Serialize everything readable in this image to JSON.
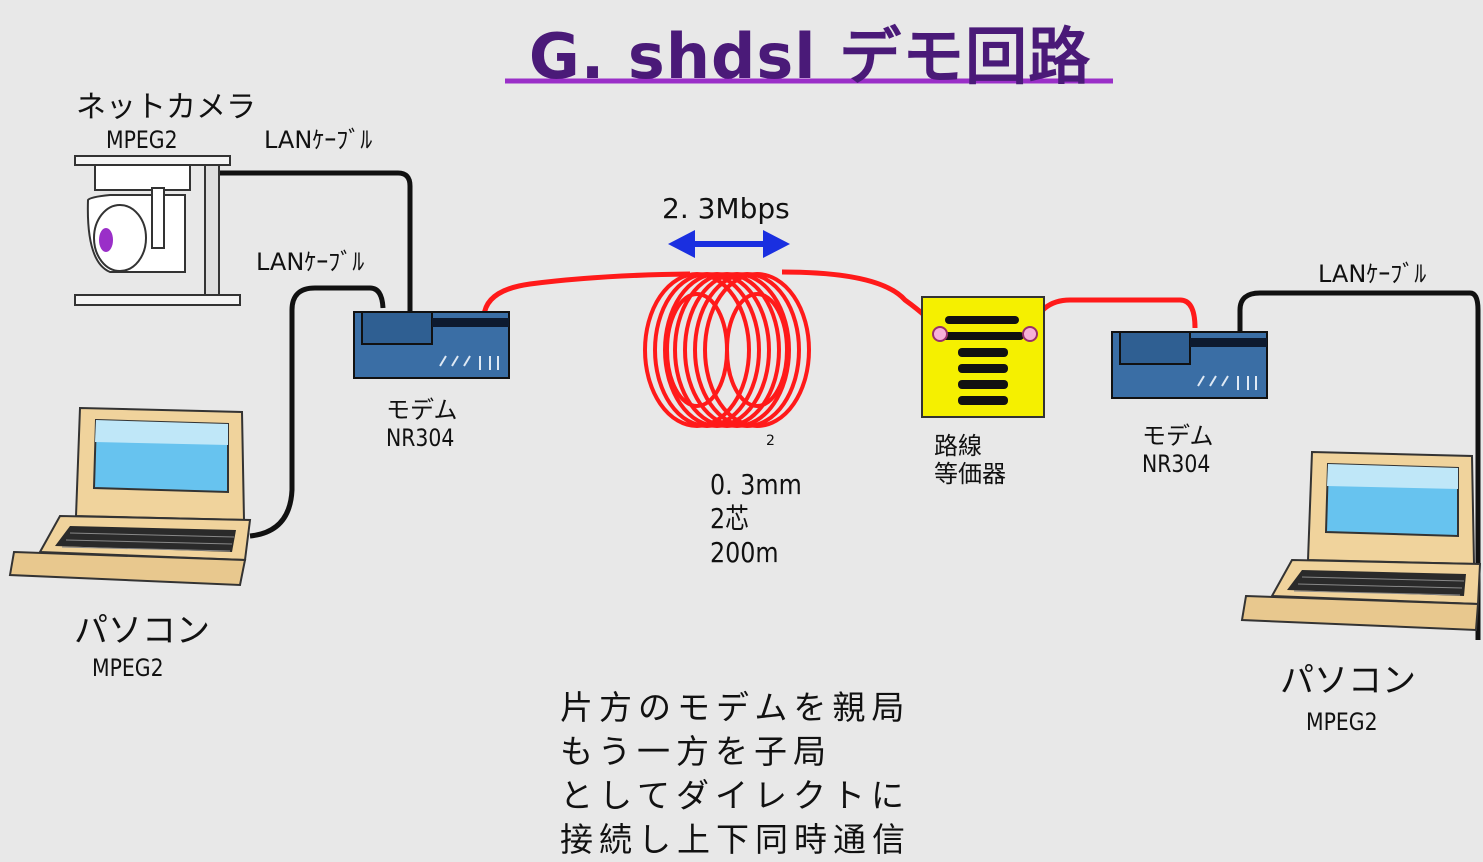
{
  "title": "G. shdsl デモ回路",
  "camera": {
    "name": "ネットカメラ",
    "codec": "MPEG2"
  },
  "cables": {
    "camera_lan": "LANｹｰﾌﾞﾙ",
    "pc_left_lan": "LANｹｰﾌﾞﾙ",
    "pc_right_lan": "LANｹｰﾌﾞﾙ"
  },
  "modem_left": {
    "name": "モデム",
    "model": "NR304"
  },
  "modem_right": {
    "name": "モデム",
    "model": "NR304"
  },
  "link": {
    "speed": "2. 3Mbps"
  },
  "cable_spec": {
    "mark": "2",
    "lines": [
      "0. 3mm",
      "2芯",
      "200m"
    ]
  },
  "equalizer": {
    "line1": "路線",
    "line2": "等価器"
  },
  "pc_left": {
    "name": "パソコン",
    "codec": "MPEG2"
  },
  "pc_right": {
    "name": "パソコン",
    "codec": "MPEG2"
  },
  "note": [
    "片方のモデムを親局",
    "もう一方を子局",
    "としてダイレクトに",
    "接続し上下同時通信"
  ],
  "colors": {
    "title": "#4a1a78",
    "title_underline": "#9a2fc8",
    "coil": "#ff1a1a",
    "arrow": "#1a2fe0",
    "modem": "#3a6ea5",
    "equalizer": "#f5f000"
  }
}
